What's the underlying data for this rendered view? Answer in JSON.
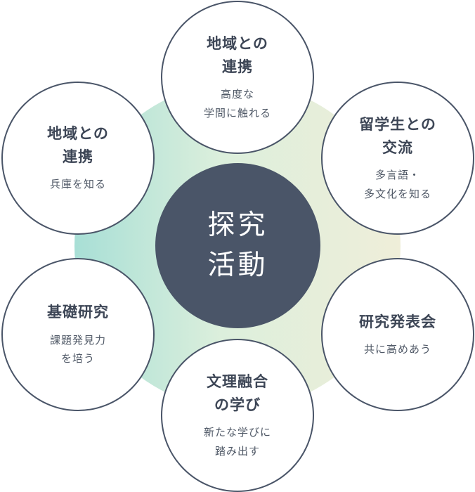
{
  "center": {
    "title": "探究\n活動"
  },
  "nodes": [
    {
      "title": "地域との\n連携",
      "sub": "高度な\n学問に触れる"
    },
    {
      "title": "地域との\n連携",
      "sub": "兵庫を知る"
    },
    {
      "title": "留学生との\n交流",
      "sub": "多言語・\n多文化を知る"
    },
    {
      "title": "基礎研究",
      "sub": "課題発見力\nを培う"
    },
    {
      "title": "研究発表会",
      "sub": "共に高めあう"
    },
    {
      "title": "文理融合\nの学び",
      "sub": "新たな学びに\n踏み出す"
    }
  ],
  "colors": {
    "center_fill": "#4a5568",
    "circle_border": "#4a5568",
    "gradient_left": "#a8dfd6",
    "gradient_mid": "#dcefdc",
    "gradient_right": "#efeed9"
  }
}
